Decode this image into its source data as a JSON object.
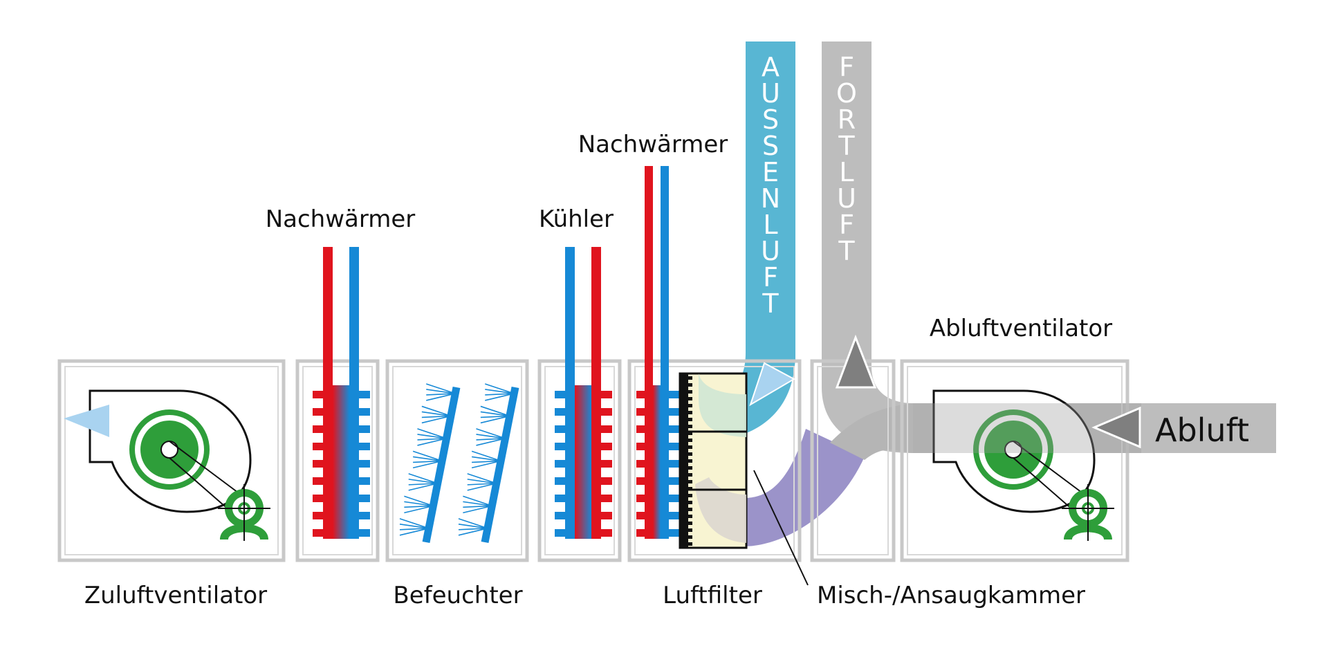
{
  "labels": {
    "reheater_left": "Nachwärmer",
    "cooler": "Kühler",
    "reheater_right": "Nachwärmer",
    "exhaust_fan": "Abluftventilator",
    "supply_fan": "Zuluftventilator",
    "humidifier": "Befeuchter",
    "air_filter": "Luftfilter",
    "mixing_chamber": "Misch-/Ansaugkammer",
    "extract_air": "Abluft",
    "outdoor_air": "AUSSENLUFT",
    "exhaust_air": "FORTLUFT"
  },
  "colors": {
    "hot": "#e0141e",
    "cold": "#1689d6",
    "outdoor_air": "#58b6d3",
    "exhaust_air": "#bdbdbd",
    "mixed_air": "#9b93c9",
    "fan_green": "#2e9e3a",
    "filter_fill": "#f8f4d2",
    "supply_arrow": "#a9d3f0",
    "frame": "#c8c8c8"
  },
  "icons": {
    "supply_fan": "radial-fan-icon",
    "exhaust_fan": "radial-fan-icon",
    "heater": "heating-coil-icon",
    "cooler": "cooling-coil-icon",
    "humidifier": "spray-nozzle-icon",
    "filter": "filter-icon"
  }
}
